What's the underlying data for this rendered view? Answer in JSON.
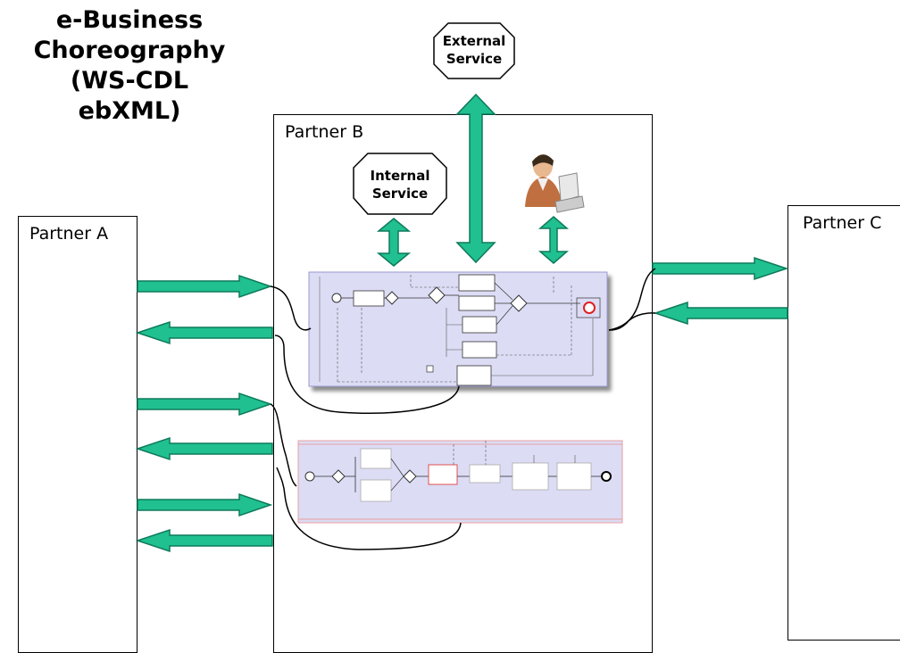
{
  "title": {
    "line1": "e-Business",
    "line2": "Choreography",
    "line3": "(WS-CDL",
    "line4": "ebXML)"
  },
  "partners": {
    "a": "Partner A",
    "b": "Partner B",
    "c": "Partner C"
  },
  "services": {
    "external": {
      "line1": "External",
      "line2": "Service"
    },
    "internal": {
      "line1": "Internal",
      "line2": "Service"
    }
  },
  "colors": {
    "arrow": "#20c090",
    "arrow_stroke": "#0d7a5a",
    "process_fill": "#dcdcf5",
    "process_border": "#9a9ad0",
    "process2_border": "#e8a0a0",
    "gateway": "#444444",
    "end_event": "#e02020"
  },
  "icons": {
    "person": "person-at-computer-icon"
  }
}
